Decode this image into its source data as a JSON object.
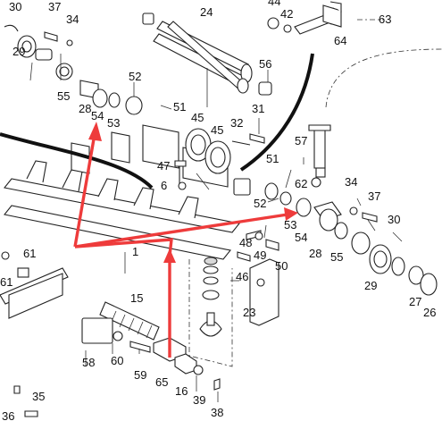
{
  "labels": [
    {
      "id": "l30a",
      "text": "30"
    },
    {
      "id": "l37a",
      "text": "37"
    },
    {
      "id": "l34a",
      "text": "34"
    },
    {
      "id": "l29a",
      "text": "29"
    },
    {
      "id": "l55a",
      "text": "55"
    },
    {
      "id": "l24",
      "text": "24"
    },
    {
      "id": "l44",
      "text": "44"
    },
    {
      "id": "l42",
      "text": "42"
    },
    {
      "id": "l64",
      "text": "64"
    },
    {
      "id": "l63",
      "text": "63"
    },
    {
      "id": "l52a",
      "text": "52"
    },
    {
      "id": "l56",
      "text": "56"
    },
    {
      "id": "l51a",
      "text": "51"
    },
    {
      "id": "l28a",
      "text": "28"
    },
    {
      "id": "l54a",
      "text": "54"
    },
    {
      "id": "l53a",
      "text": "53"
    },
    {
      "id": "l45a",
      "text": "45"
    },
    {
      "id": "l45b",
      "text": "45"
    },
    {
      "id": "l32",
      "text": "32"
    },
    {
      "id": "l31",
      "text": "31"
    },
    {
      "id": "l47",
      "text": "47"
    },
    {
      "id": "l6a",
      "text": "6"
    },
    {
      "id": "l57",
      "text": "57"
    },
    {
      "id": "l51b",
      "text": "51"
    },
    {
      "id": "l62",
      "text": "62"
    },
    {
      "id": "l34b",
      "text": "34"
    },
    {
      "id": "l37b",
      "text": "37"
    },
    {
      "id": "l52b",
      "text": "52"
    },
    {
      "id": "l53b",
      "text": "53"
    },
    {
      "id": "l30b",
      "text": "30"
    },
    {
      "id": "l54b",
      "text": "54"
    },
    {
      "id": "l48",
      "text": "48"
    },
    {
      "id": "l49",
      "text": "49"
    },
    {
      "id": "l61a",
      "text": "61"
    },
    {
      "id": "l28b",
      "text": "28"
    },
    {
      "id": "l55b",
      "text": "55"
    },
    {
      "id": "l50",
      "text": "50"
    },
    {
      "id": "l46",
      "text": "46"
    },
    {
      "id": "l29b",
      "text": "29"
    },
    {
      "id": "l27",
      "text": "27"
    },
    {
      "id": "l26",
      "text": "26"
    },
    {
      "id": "l61b",
      "text": "61"
    },
    {
      "id": "l1",
      "text": "1"
    },
    {
      "id": "l15",
      "text": "15"
    },
    {
      "id": "l23",
      "text": "23"
    },
    {
      "id": "l58",
      "text": "58"
    },
    {
      "id": "l60",
      "text": "60"
    },
    {
      "id": "l59",
      "text": "59"
    },
    {
      "id": "l65",
      "text": "65"
    },
    {
      "id": "l16",
      "text": "16"
    },
    {
      "id": "l39",
      "text": "39"
    },
    {
      "id": "l35",
      "text": "35"
    },
    {
      "id": "l36",
      "text": "36"
    },
    {
      "id": "l38",
      "text": "38"
    }
  ],
  "colors": {
    "callout": "#ee3b3b",
    "ink": "#222222",
    "background": "#ffffff"
  }
}
